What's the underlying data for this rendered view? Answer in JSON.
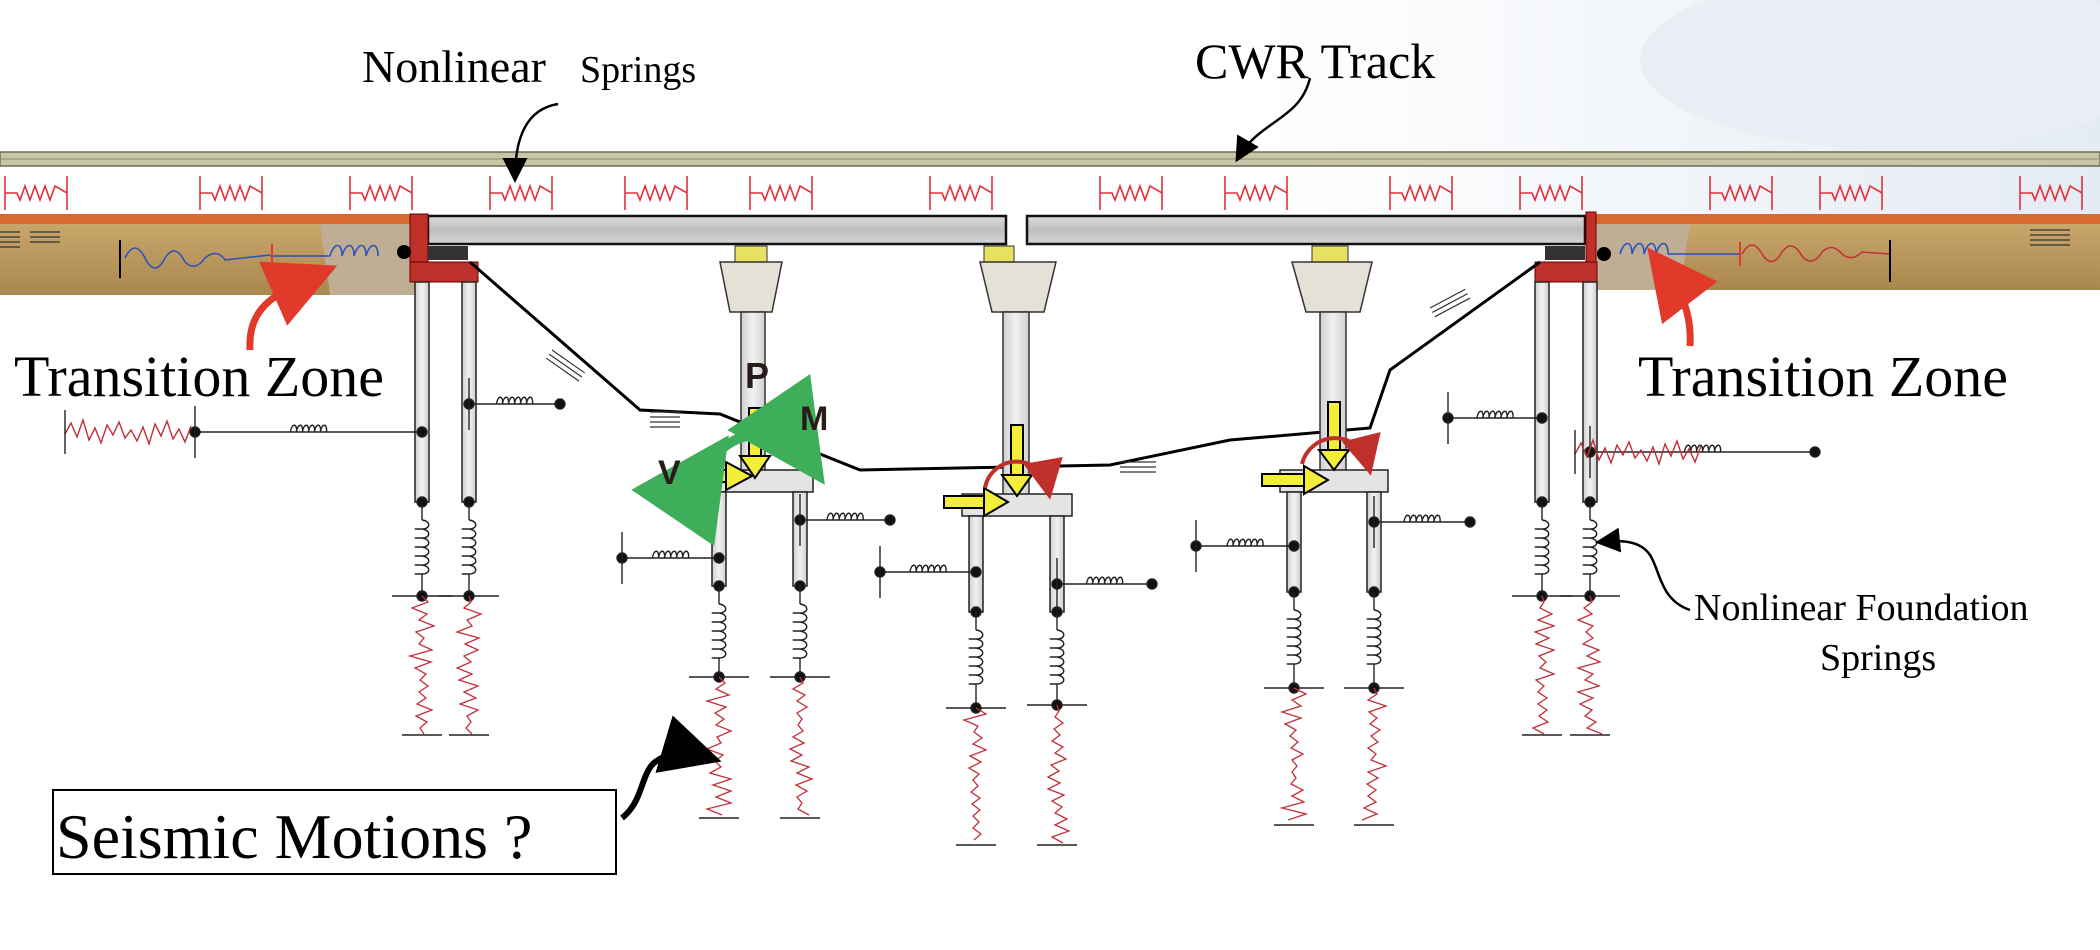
{
  "labels": {
    "nonlinear_word": "Nonlinear",
    "springs_word": "Springs",
    "cwr_track": "CWR Track",
    "transition_left": "Transition Zone",
    "transition_right": "Transition Zone",
    "seismic": "Seismic Motions ?",
    "foundation_line1": "Nonlinear Foundation",
    "foundation_line2": "Springs",
    "force_p": "P",
    "force_m": "M",
    "force_v": "V"
  },
  "colors": {
    "spring_red": "#e0303a",
    "rail": "#b9b69a",
    "soil": "#b08f56",
    "soil_top": "#d86a2f",
    "abutment_red": "#c0302a",
    "arrow_yellow": "#f2ee3a",
    "moment_green": "#3fae5a",
    "moment_red": "#c0302a",
    "seismic_trace": "#c0303a",
    "foundation_spring": "#2a4fc0"
  }
}
